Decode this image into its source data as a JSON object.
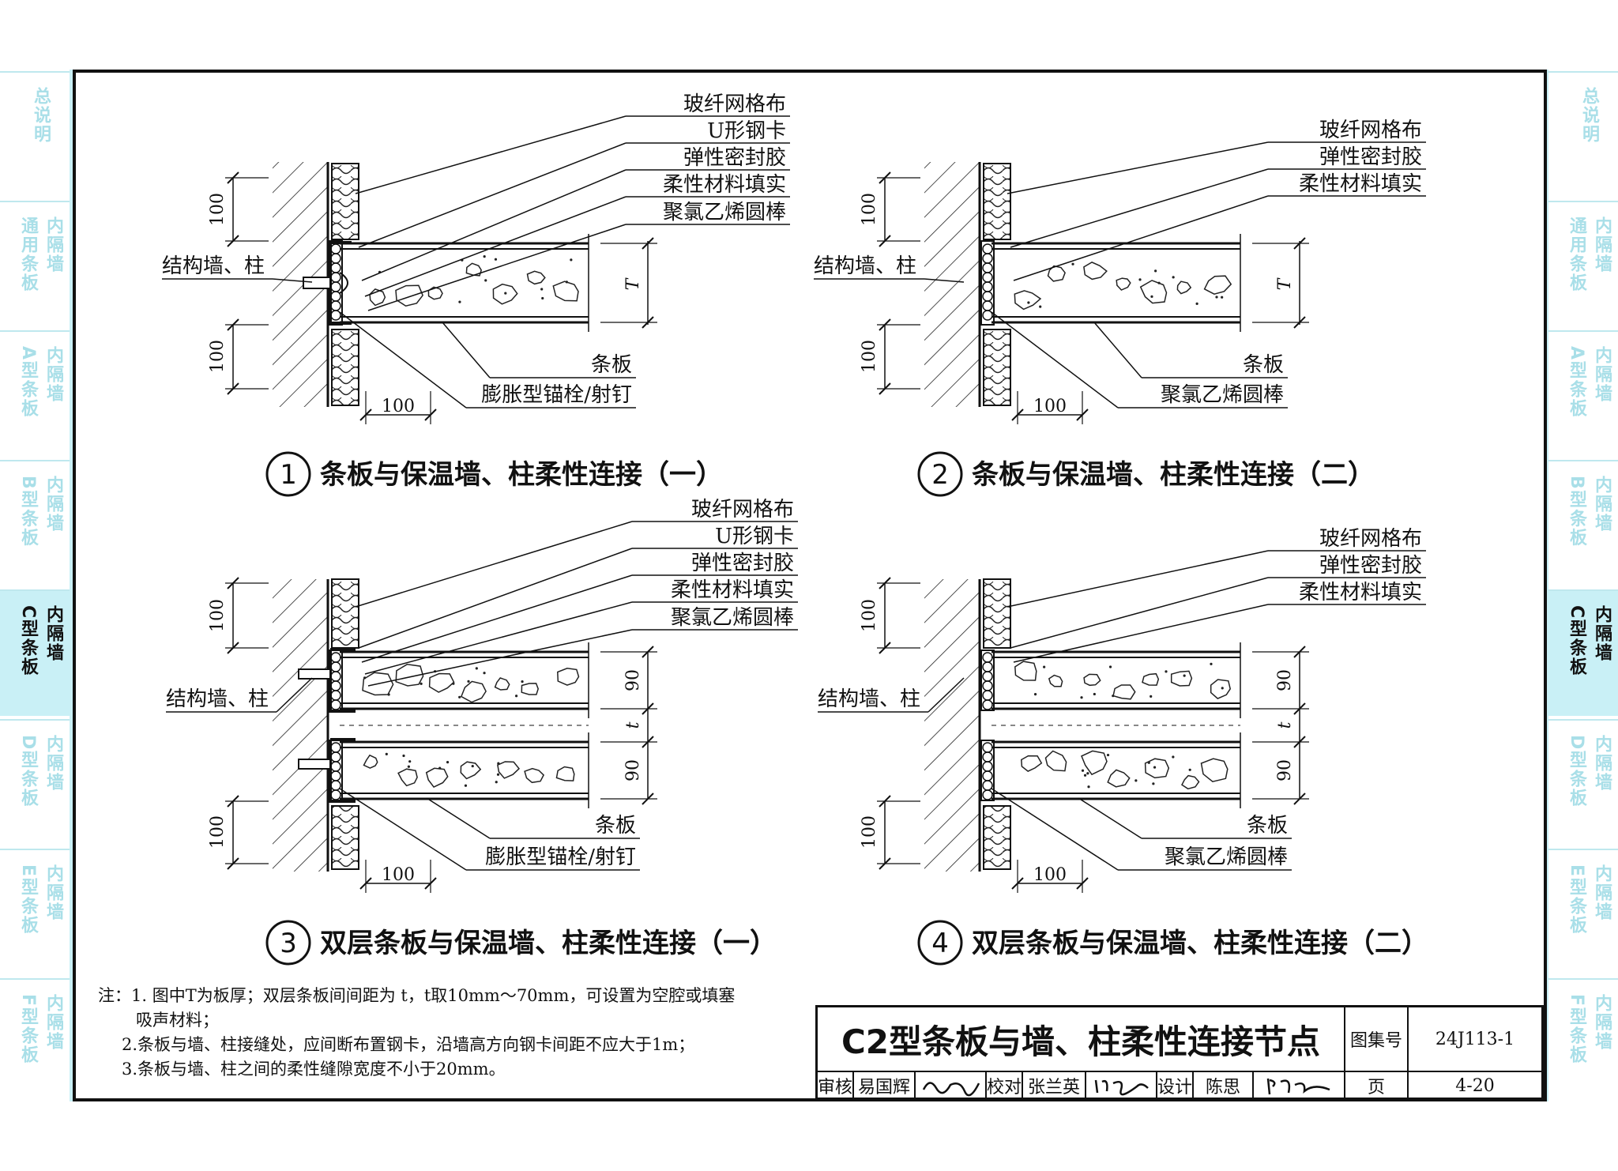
{
  "side_tabs": [
    {
      "lines": [
        "总说明"
      ],
      "active": false
    },
    {
      "lines": [
        "通用条板",
        "内隔墙"
      ],
      "active": false
    },
    {
      "lines": [
        "A型条板",
        "内隔墙"
      ],
      "active": false
    },
    {
      "lines": [
        "B型条板",
        "内隔墙"
      ],
      "active": false
    },
    {
      "lines": [
        "C型条板",
        "内隔墙"
      ],
      "active": true
    },
    {
      "lines": [
        "D型条板",
        "内隔墙"
      ],
      "active": false
    },
    {
      "lines": [
        "E型条板",
        "内隔墙"
      ],
      "active": false
    },
    {
      "lines": [
        "F型条板",
        "内隔墙"
      ],
      "active": false
    }
  ],
  "details": {
    "d1": {
      "num": "1",
      "caption": "条板与保温墙、柱柔性连接（一）",
      "labels": [
        "玻纤网格布",
        "U形钢卡",
        "弹性密封胶",
        "柔性材料填实",
        "聚氯乙烯圆棒"
      ],
      "wall_label": "结构墙、柱",
      "bottom_labels": [
        "条板",
        "膨胀型锚栓/射钉"
      ],
      "dims": {
        "top": "100",
        "bottom": "100",
        "horizontal": "100",
        "thickness": "T"
      }
    },
    "d2": {
      "num": "2",
      "caption": "条板与保温墙、柱柔性连接（二）",
      "labels": [
        "玻纤网格布",
        "弹性密封胶",
        "柔性材料填实"
      ],
      "wall_label": "结构墙、柱",
      "bottom_labels": [
        "条板",
        "聚氯乙烯圆棒"
      ],
      "dims": {
        "top": "100",
        "bottom": "100",
        "horizontal": "100",
        "thickness": "T"
      }
    },
    "d3": {
      "num": "3",
      "caption": "双层条板与保温墙、柱柔性连接（一）",
      "labels": [
        "玻纤网格布",
        "U形钢卡",
        "弹性密封胶",
        "柔性材料填实",
        "聚氯乙烯圆棒"
      ],
      "wall_label": "结构墙、柱",
      "bottom_labels": [
        "条板",
        "膨胀型锚栓/射钉"
      ],
      "dims": {
        "top": "100",
        "bottom": "100",
        "horizontal": "100",
        "panel1": "90",
        "gap": "t",
        "panel2": "90"
      }
    },
    "d4": {
      "num": "4",
      "caption": "双层条板与保温墙、柱柔性连接（二）",
      "labels": [
        "玻纤网格布",
        "弹性密封胶",
        "柔性材料填实"
      ],
      "wall_label": "结构墙、柱",
      "bottom_labels": [
        "条板",
        "聚氯乙烯圆棒"
      ],
      "dims": {
        "top": "100",
        "bottom": "100",
        "horizontal": "100",
        "panel1": "90",
        "gap": "t",
        "panel2": "90"
      }
    }
  },
  "notes": [
    "注：1. 图中T为板厚；双层条板间间距为 t，t取10mm～70mm，可设置为空腔或填塞",
    "吸声材料；",
    "2.条板与墙、柱接缝处，应间断布置钢卡，沿墙高方向钢卡间距不应大于1m；",
    "3.条板与墙、柱之间的柔性缝隙宽度不小于20mm。"
  ],
  "title_block": {
    "title": "C2型条板与墙、柱柔性连接节点",
    "atlas_label": "图集号",
    "atlas_no": "24J113-1",
    "review_label": "审核",
    "reviewer": "易国辉",
    "check_label": "校对",
    "checker": "张兰英",
    "design_label": "设计",
    "designer": "陈思",
    "page_label": "页",
    "page_no": "4-20"
  }
}
